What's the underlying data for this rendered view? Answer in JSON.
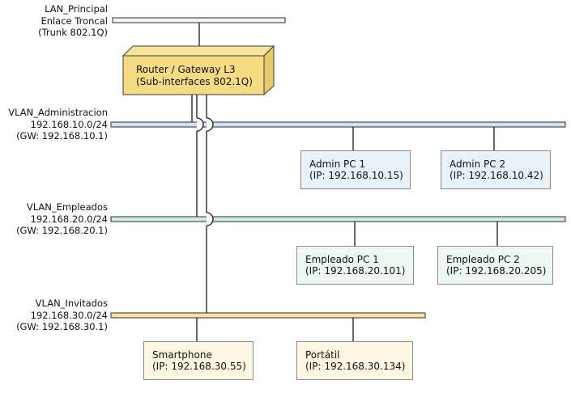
{
  "trunk": {
    "label_lines": [
      "LAN_Principal",
      "Enlace Troncal",
      "(Trunk 802.1Q)"
    ]
  },
  "router": {
    "title": "Router / Gateway L3",
    "subtitle": "(Sub-interfaces 802.1Q)",
    "fill_color": "#f5db84"
  },
  "vlans": [
    {
      "name": "VLAN_Administracion",
      "subnet": "192.168.10.0/24",
      "gateway": "(GW: 192.168.10.1)",
      "bus_color": "#cfe2f5",
      "device_color": "#e9f1fb",
      "devices": [
        {
          "label": "Admin PC 1",
          "ip": "(IP: 192.168.10.15)"
        },
        {
          "label": "Admin PC 2",
          "ip": "(IP: 192.168.10.42)"
        }
      ]
    },
    {
      "name": "VLAN_Empleados",
      "subnet": "192.168.20.0/24",
      "gateway": "(GW: 192.168.20.1)",
      "bus_color": "#cdeedd",
      "device_color": "#ecf8f1",
      "devices": [
        {
          "label": "Empleado PC 1",
          "ip": "(IP: 192.168.20.101)"
        },
        {
          "label": "Empleado PC 2",
          "ip": "(IP: 192.168.20.205)"
        }
      ]
    },
    {
      "name": "VLAN_Invitados",
      "subnet": "192.168.30.0/24",
      "gateway": "(GW: 192.168.30.1)",
      "bus_color": "#f9e3ab",
      "device_color": "#fdf7e1",
      "devices": [
        {
          "label": "Smartphone",
          "ip": "(IP: 192.168.30.55)"
        },
        {
          "label": "Portátil",
          "ip": "(IP: 192.168.30.134)"
        }
      ]
    }
  ]
}
